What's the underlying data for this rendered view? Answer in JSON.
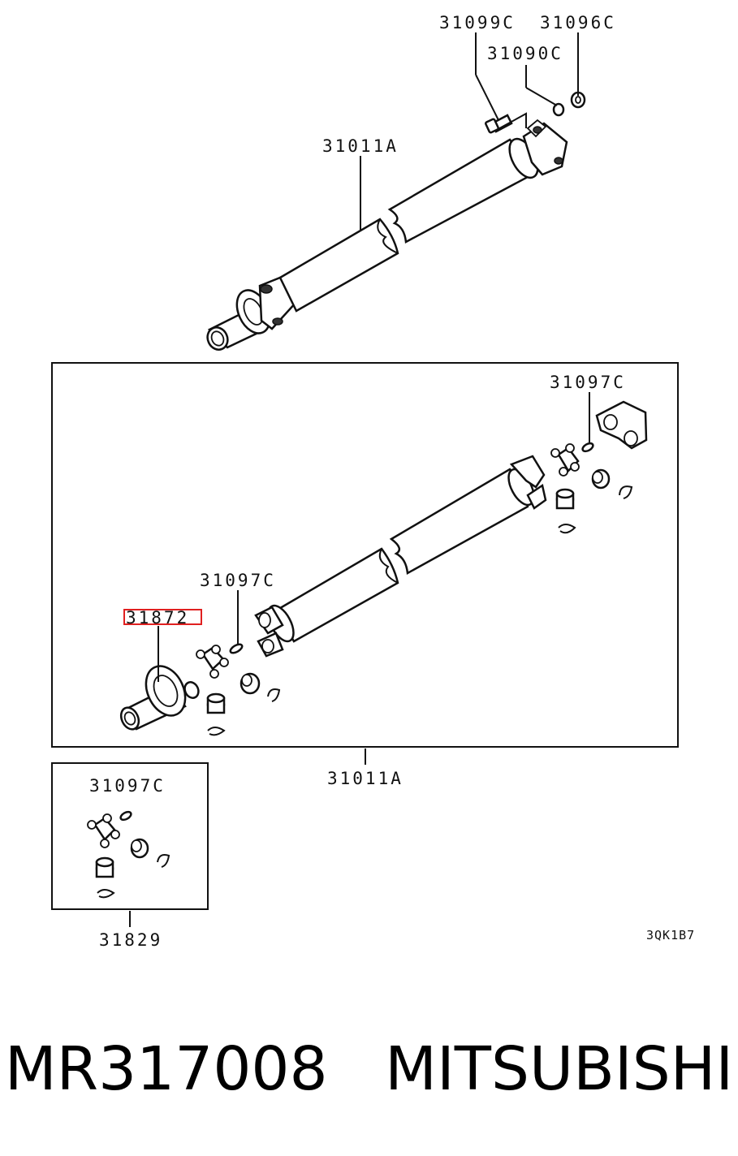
{
  "diagram": {
    "labels": {
      "bolt": "31099C",
      "nut": "31096C",
      "washer": "31090C",
      "shaft_assembly_top": "31011A",
      "grease_fitting_right": "31097C",
      "grease_fitting_left": "31097C",
      "center_bearing": "31872",
      "shaft_assembly_bottom": "31011A",
      "grease_fitting_kit": "31097C",
      "spider_kit": "31829"
    },
    "figure_code": "3QK1B7",
    "highlighted_part": "31872",
    "highlight_color": "#e02020"
  },
  "footer": {
    "part_number": "MR317008",
    "brand": "MITSUBISHI"
  }
}
